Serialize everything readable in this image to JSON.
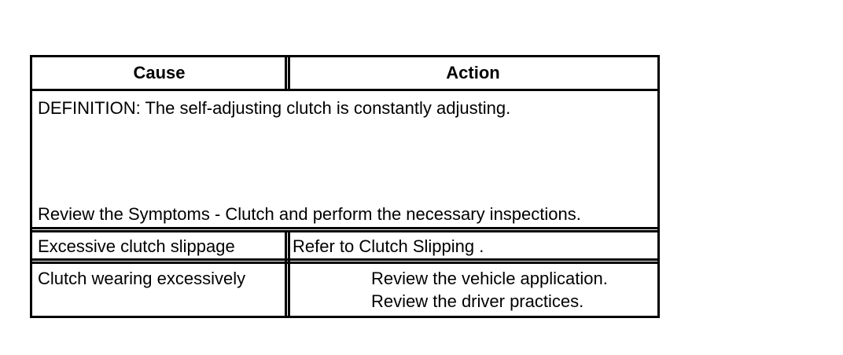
{
  "table": {
    "header": {
      "cause": "Cause",
      "action": "Action"
    },
    "definition": {
      "text": "DEFINITION: The self-adjusting clutch is constantly adjusting.",
      "note": "Review the Symptoms - Clutch and perform the necessary inspections."
    },
    "rows": [
      {
        "cause": "Excessive clutch slippage",
        "action": [
          "Refer to Clutch Slipping ."
        ]
      },
      {
        "cause": "Clutch wearing excessively",
        "action": [
          "Review the vehicle application.",
          "Review the driver practices."
        ]
      }
    ]
  }
}
